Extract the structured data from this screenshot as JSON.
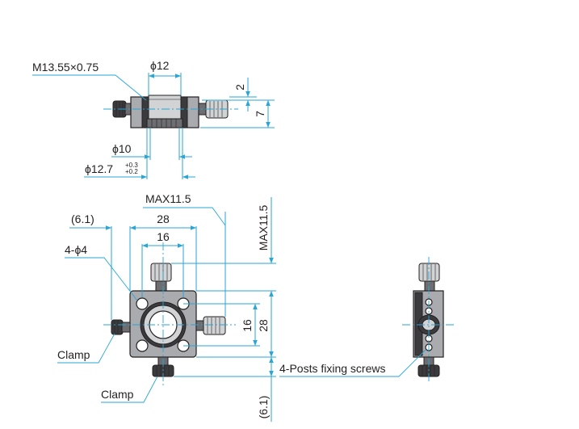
{
  "top_view": {
    "thread_label": "M13.55×0.75",
    "phi12_label": "ϕ12",
    "dim_2_label": "2",
    "dim_7_label": "7",
    "phi10_label": "ϕ10",
    "phi12_7_label": "ϕ12.7",
    "tol_upper": "+0.3",
    "tol_lower": "+0.2"
  },
  "front_view": {
    "max_width_label": "MAX11.5",
    "dim_6_1_label": "(6.1)",
    "dim_28_label": "28",
    "dim_16_label": "16",
    "holes_label": "4-ϕ4",
    "clamp_left_label": "Clamp",
    "clamp_bottom_label": "Clamp",
    "max_height_label": "MAX11.5",
    "dim_16_v_label": "16",
    "dim_28_v_label": "28",
    "dim_6_1_v_label": "(6.1)"
  },
  "side_view": {
    "screws_label": "4-Posts fixing screws"
  },
  "colors": {
    "dimension_line": "#29a6d6",
    "outline": "#231f20",
    "body_fill": "#a9abae"
  }
}
